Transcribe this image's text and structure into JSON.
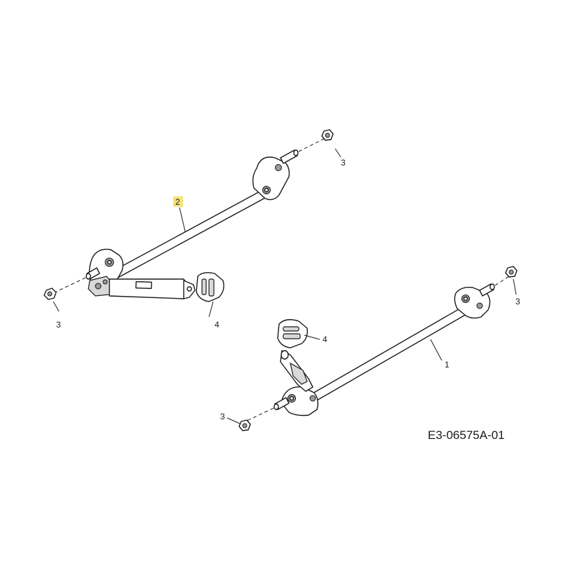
{
  "callouts": {
    "c1": "1",
    "c2": "2",
    "c3a": "3",
    "c3b": "3",
    "c3c": "3",
    "c3d": "3",
    "c4a": "4",
    "c4b": "4"
  },
  "drawing_code": "E3-06575A-01",
  "colors": {
    "highlight": "#f6e27a",
    "line": "#1a1a1a"
  }
}
